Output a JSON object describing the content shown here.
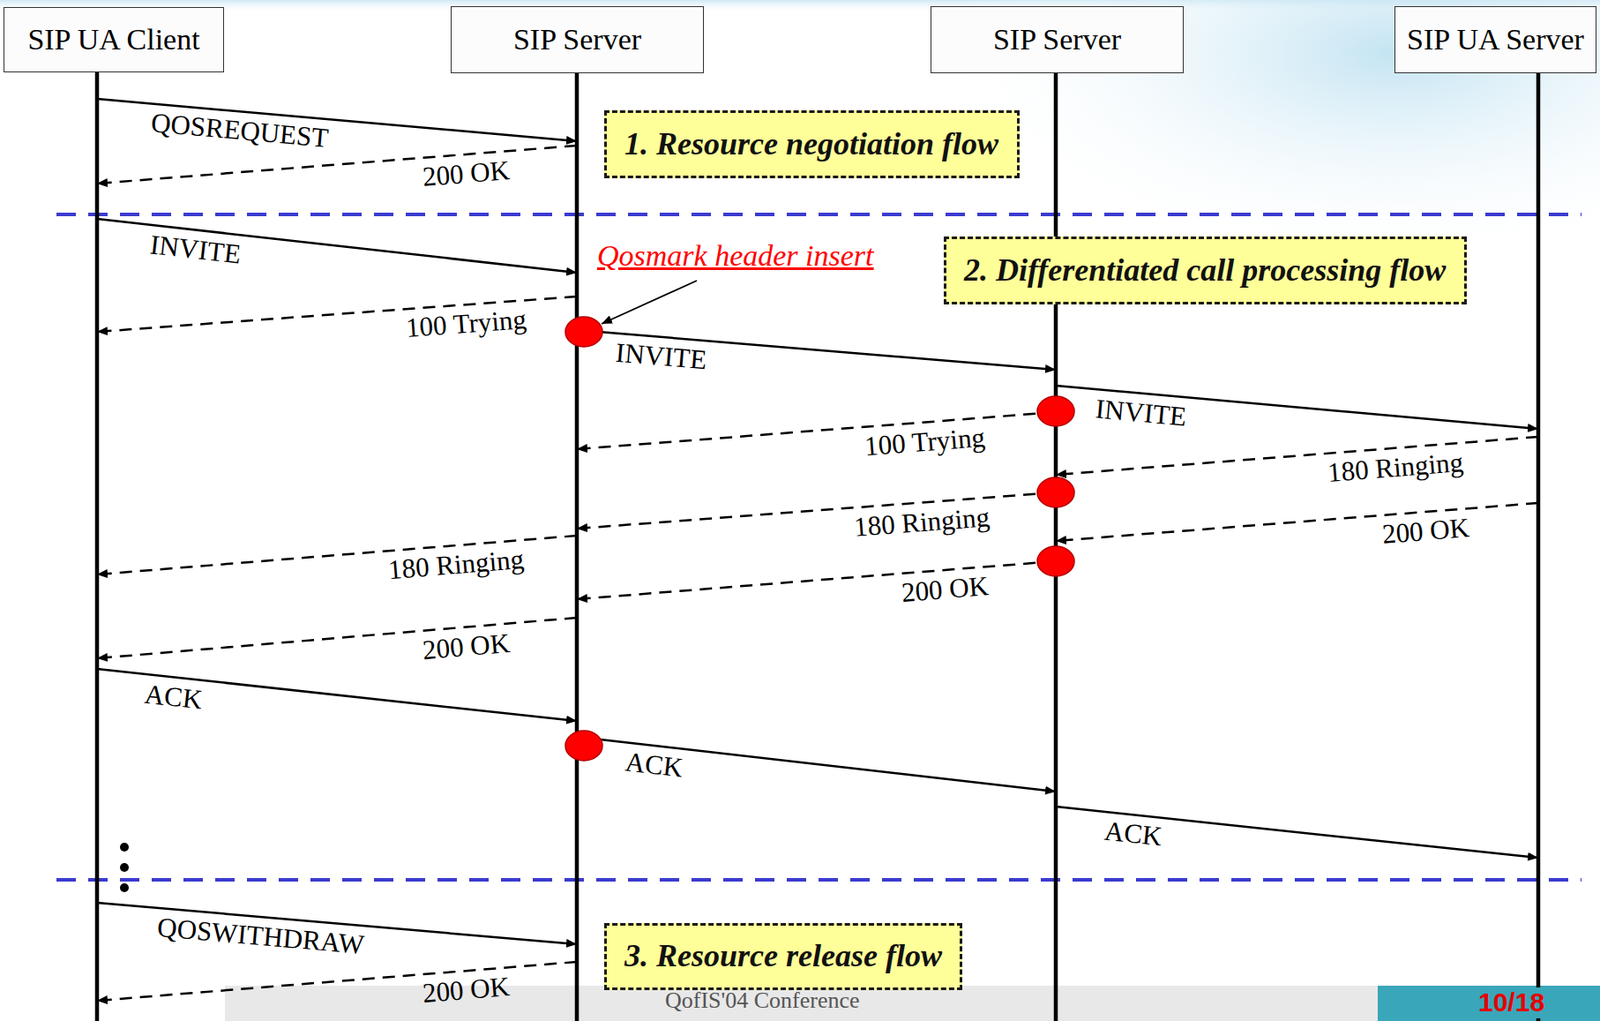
{
  "diagram": {
    "nodes": [
      {
        "text": [
          "SIP UA Client"
        ]
      },
      {
        "text": [
          "SIP Server"
        ]
      },
      {
        "text": [
          "SIP Server"
        ]
      },
      {
        "text": [
          "SIP UA Server"
        ]
      },
      {
        "text": [
          "1. Resource negotiation flow"
        ]
      },
      {
        "text": [
          "2. Differentiated call processing flow"
        ]
      },
      {
        "text": [
          "3. Resource release flow"
        ]
      }
    ],
    "edges": [
      {
        "from": 0,
        "to": 1,
        "label": "QOSREQUEST",
        "arrow": "to"
      },
      {
        "from": 1,
        "to": 0,
        "label": "200 OK",
        "arrow": "to"
      },
      {
        "from": 0,
        "to": 1,
        "label": "INVITE",
        "arrow": "to"
      },
      {
        "from": 1,
        "to": 0,
        "label": "100 Trying",
        "arrow": "to"
      },
      {
        "from": 1,
        "to": 2,
        "label": "INVITE",
        "arrow": "to"
      },
      {
        "from": 2,
        "to": 1,
        "label": "100 Trying",
        "arrow": "to"
      },
      {
        "from": 2,
        "to": 3,
        "label": "INVITE",
        "arrow": "to"
      },
      {
        "from": 3,
        "to": 2,
        "label": "180 Ringing",
        "arrow": "to"
      },
      {
        "from": 2,
        "to": 1,
        "label": "180 Ringing",
        "arrow": "to"
      },
      {
        "from": 3,
        "to": 2,
        "label": "200 OK",
        "arrow": "to"
      },
      {
        "from": 1,
        "to": 0,
        "label": "180 Ringing",
        "arrow": "to"
      },
      {
        "from": 2,
        "to": 1,
        "label": "200 OK",
        "arrow": "to"
      },
      {
        "from": 1,
        "to": 0,
        "label": "200 OK",
        "arrow": "to"
      },
      {
        "from": 0,
        "to": 1,
        "label": "ACK",
        "arrow": "to"
      },
      {
        "from": 1,
        "to": 2,
        "label": "ACK",
        "arrow": "to"
      },
      {
        "from": 2,
        "to": 3,
        "label": "ACK",
        "arrow": "to"
      },
      {
        "from": 0,
        "to": 1,
        "label": "QOSWITHDRAW",
        "arrow": "to"
      },
      {
        "from": 1,
        "to": 0,
        "label": "200 OK",
        "arrow": "to"
      }
    ],
    "labels": [
      "Qosmark header insert",
      "QofIS'04 Conference",
      "10/18"
    ]
  }
}
